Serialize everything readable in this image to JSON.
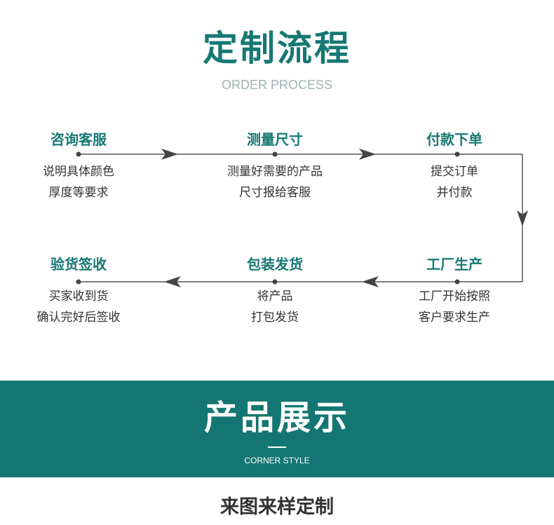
{
  "header": {
    "title": "定制流程",
    "subtitle": "ORDER PROCESS"
  },
  "process": {
    "steps": [
      {
        "title": "咨询客服",
        "lines": [
          "说明具体颜色",
          "厚度等要求"
        ]
      },
      {
        "title": "测量尺寸",
        "lines": [
          "测量好需要的产品",
          "尺寸报给客服"
        ]
      },
      {
        "title": "付款下单",
        "lines": [
          "提交订单",
          "并付款"
        ]
      },
      {
        "title": "工厂生产",
        "lines": [
          "工厂开始按照",
          "客户要求生产"
        ]
      },
      {
        "title": "包装发货",
        "lines": [
          "将产品",
          "打包发货"
        ]
      },
      {
        "title": "验货签收",
        "lines": [
          "买家收到货",
          "确认完好后签收"
        ]
      }
    ]
  },
  "banner": {
    "title": "产品展示",
    "subtitle": "CORNER STYLE"
  },
  "section": {
    "title": "来图来样定制"
  },
  "colors": {
    "accent": "#167873",
    "banner": "#147672",
    "line": "#333333",
    "text": "#333333"
  }
}
